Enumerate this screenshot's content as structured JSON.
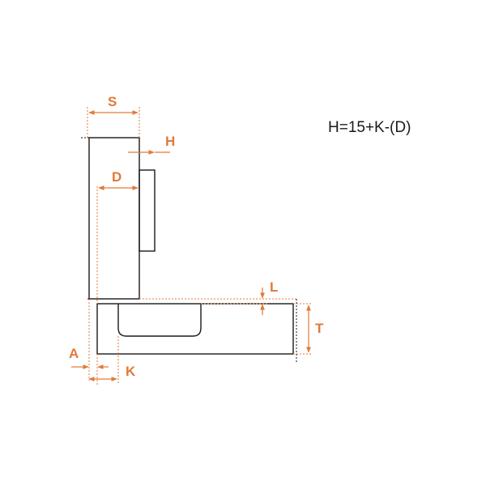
{
  "formula": "H=15+K-(D)",
  "labels": {
    "s": "S",
    "h": "H",
    "d": "D",
    "l": "L",
    "t": "T",
    "a": "A",
    "k": "K"
  },
  "colors": {
    "accent": "#e07a38",
    "line": "#1a1a1a",
    "background": "#ffffff"
  }
}
